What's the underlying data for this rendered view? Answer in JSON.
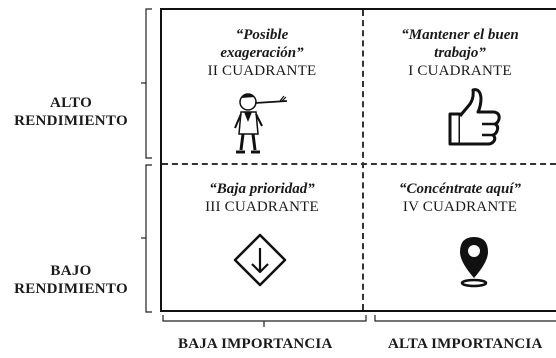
{
  "rows": [
    {
      "label_line1": "ALTO",
      "label_line2": "RENDIMIENTO"
    },
    {
      "label_line1": "BAJO",
      "label_line2": "RENDIMIENTO"
    }
  ],
  "columns": [
    {
      "label": "BAJA IMPORTANCIA"
    },
    {
      "label": "ALTA IMPORTANCIA"
    }
  ],
  "quadrants": {
    "top_left": {
      "quote_line1": "“Posible",
      "quote_line2": "exageración”",
      "name": "II CUADRANTE",
      "icon": "pinocchio-icon"
    },
    "top_right": {
      "quote_line1": "“Mantener el buen",
      "quote_line2": "trabajo”",
      "name": "I CUADRANTE",
      "icon": "thumbs-up-icon"
    },
    "bottom_left": {
      "quote_line1": "“Baja prioridad”",
      "name": "III CUADRANTE",
      "icon": "down-arrow-diamond-icon"
    },
    "bottom_right": {
      "quote_line1": "“Concéntrate aquí”",
      "name": "IV CUADRANTE",
      "icon": "location-pin-icon"
    }
  }
}
